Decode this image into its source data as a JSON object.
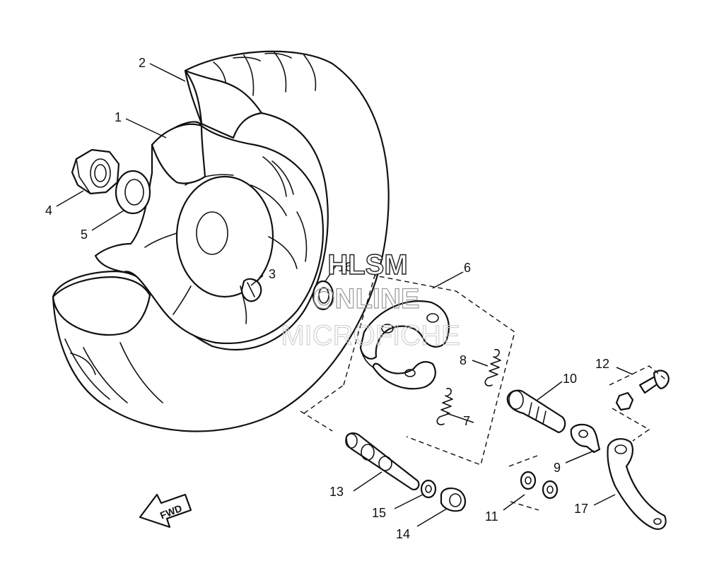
{
  "callouts": {
    "c1": "1",
    "c2": "2",
    "c3": "3",
    "c4": "4",
    "c5": "5",
    "c6": "6",
    "c7": "7",
    "c8": "8",
    "c9": "9",
    "c10": "10",
    "c11": "11",
    "c12": "12",
    "c13": "13",
    "c14": "14",
    "c15": "15",
    "c16": "16",
    "c17": "17"
  },
  "fwd_label": "FWD",
  "watermark": {
    "line1": "HLSM",
    "line2": "ONLINE",
    "line3": "MICROFICHE"
  }
}
